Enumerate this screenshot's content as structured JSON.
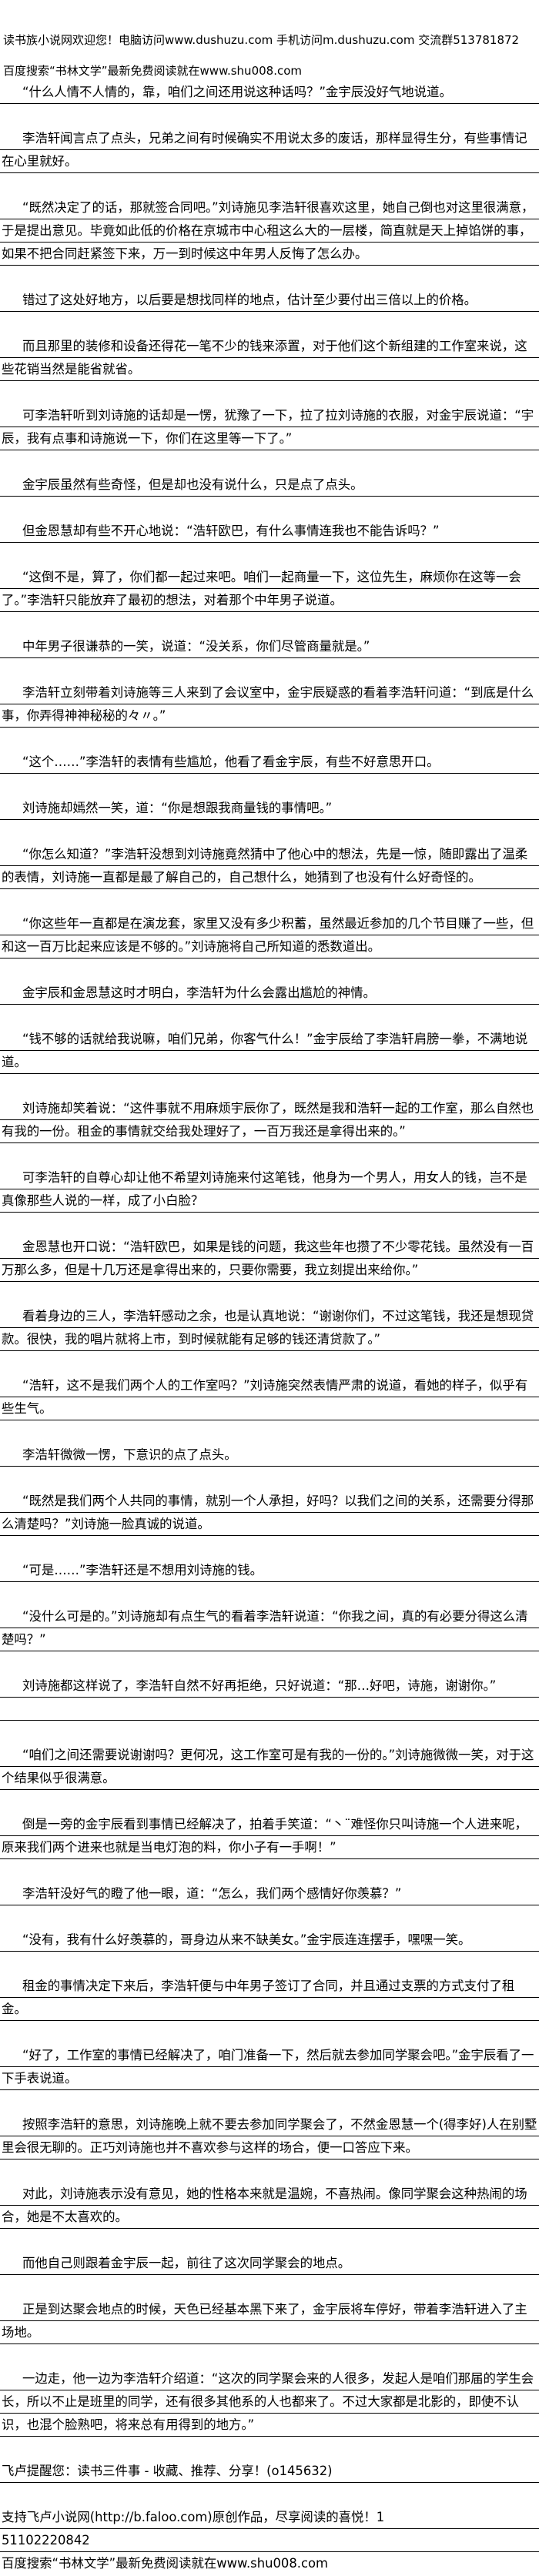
{
  "header": {
    "site_notice": "读书族小说网欢迎您！电脑访问www.dushuzu.com 手机访问m.dushuzu.com 交流群513781872",
    "search_tip": "百度搜索“书林文学”最新免费阅读就在www.shu008.com"
  },
  "paragraphs": [
    "“什么人情不人情的，靠，咱们之间还用说这种话吗？”金宇辰没好气地说道。",
    "李浩轩闻言点了点头，兄弟之间有时候确实不用说太多的废话，那样显得生分，有些事情记在心里就好。",
    "“既然决定了的话，那就签合同吧。”刘诗施见李浩轩很喜欢这里，她自己倒也对这里很满意，于是提出意见。毕竟如此低的价格在京城市中心租这么大的一层楼，简直就是天上掉馅饼的事，如果不把合同赶紧签下来，万一到时候这中年男人反悔了怎么办。",
    "错过了这处好地方，以后要是想找同样的地点，估计至少要付出三倍以上的价格。",
    "而且那里的装修和设备还得花一笔不少的钱来添置，对于他们这个新组建的工作室来说，这些花销当然是能省就省。",
    "可李浩轩听到刘诗施的话却是一愣，犹豫了一下，拉了拉刘诗施的衣服，对金宇辰说道：“宇辰，我有点事和诗施说一下，你们在这里等一下了。”",
    "金宇辰虽然有些奇怪，但是却也没有说什么，只是点了点头。",
    "但金恩慧却有些不开心地说：“浩轩欧巴，有什么事情连我也不能告诉吗？”",
    "“这倒不是，算了，你们都一起过来吧。咱们一起商量一下，这位先生，麻烦你在这等一会了。”李浩轩只能放弃了最初的想法，对着那个中年男子说道。",
    "中年男子很谦恭的一笑，说道：“没关系，你们尽管商量就是。”",
    "李浩轩立刻带着刘诗施等三人来到了会议室中，金宇辰疑惑的看着李浩轩问道：“到底是什么事，你弄得神神秘秘的々〃。”",
    "“这个……”李浩轩的表情有些尴尬，他看了看金宇辰，有些不好意思开口。",
    "刘诗施却嫣然一笑，道：“你是想跟我商量钱的事情吧。”",
    "“你怎么知道？”李浩轩没想到刘诗施竟然猜中了他心中的想法，先是一惊，随即露出了温柔的表情，刘诗施一直都是最了解自己的，自己想什么，她猜到了也没有什么好奇怪的。",
    "“你这些年一直都是在演龙套，家里又没有多少积蓄，虽然最近参加的几个节目赚了一些，但和这一百万比起来应该是不够的。”刘诗施将自己所知道的悉数道出。",
    "金宇辰和金恩慧这时才明白，李浩轩为什么会露出尴尬的神情。",
    "“钱不够的话就给我说嘛，咱们兄弟，你客气什么！”金宇辰给了李浩轩肩膀一拳，不满地说道。",
    "刘诗施却笑着说：“这件事就不用麻烦宇辰你了，既然是我和浩轩一起的工作室，那么自然也有我的一份。租金的事情就交给我处理好了，一百万我还是拿得出来的。”",
    "可李浩轩的自尊心却让他不希望刘诗施来付这笔钱，他身为一个男人，用女人的钱，岂不是真像那些人说的一样，成了小白脸？",
    "金恩慧也开口说：“浩轩欧巴，如果是钱的问题，我这些年也攒了不少零花钱。虽然没有一百万那么多，但是十几万还是拿得出来的，只要你需要，我立刻提出来给你。”",
    "看着身边的三人，李浩轩感动之余，也是认真地说：“谢谢你们，不过这笔钱，我还是想现贷款。很快，我的唱片就将上市，到时候就能有足够的钱还清贷款了。”",
    "“浩轩，这不是我们两个人的工作室吗？”刘诗施突然表情严肃的说道，看她的样子，似乎有些生气。",
    "李浩轩微微一愣，下意识的点了点头。",
    "“既然是我们两个人共同的事情，就别一个人承担，好吗？以我们之间的关系，还需要分得那么清楚吗？”刘诗施一脸真诚的说道。",
    "“可是……”李浩轩还是不想用刘诗施的钱。",
    "“没什么可是的。”刘诗施却有点生气的看着李浩轩说道：“你我之间，真的有必要分得这么清楚吗？”",
    "刘诗施都这样说了，李浩轩自然不好再拒绝，只好说道：“那…好吧，诗施，谢谢你。”",
    "“咱们之间还需要说谢谢吗？更何况，这工作室可是有我的一份的。”刘诗施微微一笑，对于这个结果似乎很满意。",
    "倒是一旁的金宇辰看到事情已经解决了，拍着手笑道：“丶¨难怪你只叫诗施一个人进来呢，原来我们两个进来也就是当电灯泡的料，你小子有一手啊！”",
    "李浩轩没好气的瞪了他一眼，道：“怎么，我们两个感情好你羡慕？”",
    "“没有，我有什么好羡慕的，哥身边从来不缺美女。”金宇辰连连摆手，嘿嘿一笑。",
    "租金的事情决定下来后，李浩轩便与中年男子签订了合同，并且通过支票的方式支付了租金。",
    "“好了，工作室的事情已经解决了，咱门准备一下，然后就去参加同学聚会吧。”金宇辰看了一下手表说道。",
    "按照李浩轩的意思，刘诗施晚上就不要去参加同学聚会了，不然金恩慧一个(得李好)人在别墅里会很无聊的。正巧刘诗施也并不喜欢参与这样的场合，便一口答应下来。",
    "对此，刘诗施表示没有意见，她的性格本来就是温婉，不喜热闹。像同学聚会这种热闹的场合，她是不太喜欢的。",
    "而他自己则跟着金宇辰一起，前往了这次同学聚会的地点。",
    "正是到达聚会地点的时候，天色已经基本黑下来了，金宇辰将车停好，带着李浩轩进入了主场地。",
    "一边走，他一边为李浩轩介绍道：“这次的同学聚会来的人很多，发起人是咱们那届的学生会长，所以不止是班里的同学，还有很多其他系的人也都来了。不过大家都是北影的，即使不认识，也混个脸熟吧，将来总有用得到的地方。”"
  ],
  "footer": {
    "reminder": "飞卢提醒您：读书三件事 - 收藏、推荐、分享！(o145632)",
    "support": "支持飞卢小说网(http://b.faloo.com)原创作品，尽享阅读的喜悦！1",
    "code": "51102220842",
    "search_tip": "百度搜索“书林文学”最新免费阅读就在www.shu008.com"
  }
}
